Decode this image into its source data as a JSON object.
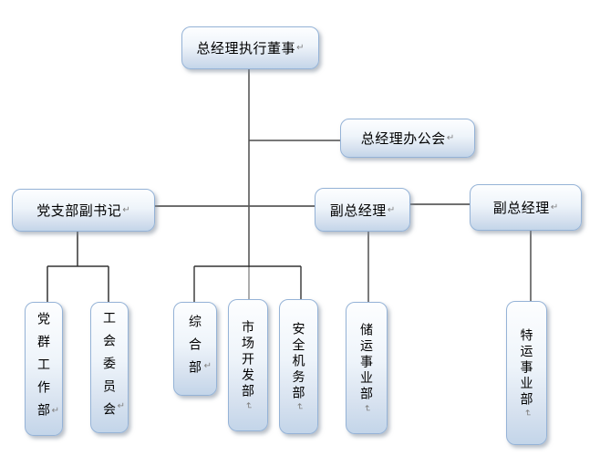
{
  "chart_title": "",
  "glyphs": {
    "return_mark": "↵"
  },
  "colors": {
    "box_border": "#95b3d7",
    "box_fill_top": "#fdfeff",
    "box_fill_bottom": "#c3d5e9",
    "connector_dark": "#404040",
    "connector_gray": "#8a8a8a",
    "return_mark_gray": "#808080",
    "spellcheck_squiggle_green": "#008000",
    "text": "#000000",
    "background": "#ffffff"
  },
  "nodes": [
    {
      "id": "ceo",
      "label": "总经理执行董事",
      "orientation": "horizontal"
    },
    {
      "id": "gm-office-meeting",
      "label": "总经理办公会",
      "orientation": "horizontal"
    },
    {
      "id": "party-branch-deputy-secretary",
      "label": "党支部副书记",
      "orientation": "horizontal"
    },
    {
      "id": "deputy-gm-a",
      "label": "副总经理",
      "orientation": "horizontal"
    },
    {
      "id": "deputy-gm-b",
      "label": "副总经理",
      "orientation": "horizontal"
    },
    {
      "id": "party-mass-work-dept",
      "label": "党群工作部",
      "orientation": "vertical-stacked"
    },
    {
      "id": "union-committee",
      "label": "工会委员会",
      "orientation": "vertical-stacked"
    },
    {
      "id": "general-dept",
      "label": "综合部",
      "orientation": "vertical-stacked"
    },
    {
      "id": "market-development-dept",
      "label": "市场开发部",
      "orientation": "vertical-tight"
    },
    {
      "id": "safety-machinery-dept",
      "label": "安全机务部",
      "orientation": "vertical-tight"
    },
    {
      "id": "storage-transport-division",
      "label": "储运事业部",
      "orientation": "vertical-tight"
    },
    {
      "id": "special-transport-division",
      "label": "特运事业部",
      "orientation": "vertical-tight",
      "spellcheck_squiggle": true
    }
  ],
  "edges": [
    {
      "from": "ceo",
      "to": "gm-office-meeting"
    },
    {
      "from": "ceo",
      "to": "party-branch-deputy-secretary"
    },
    {
      "from": "ceo",
      "to": "deputy-gm-a"
    },
    {
      "from": "deputy-gm-a",
      "to": "deputy-gm-b"
    },
    {
      "from": "party-branch-deputy-secretary",
      "to": "party-mass-work-dept"
    },
    {
      "from": "party-branch-deputy-secretary",
      "to": "union-committee"
    },
    {
      "from": "ceo",
      "to": "general-dept"
    },
    {
      "from": "ceo",
      "to": "market-development-dept"
    },
    {
      "from": "ceo",
      "to": "safety-machinery-dept"
    },
    {
      "from": "deputy-gm-a",
      "to": "storage-transport-division"
    },
    {
      "from": "deputy-gm-b",
      "to": "special-transport-division"
    }
  ]
}
